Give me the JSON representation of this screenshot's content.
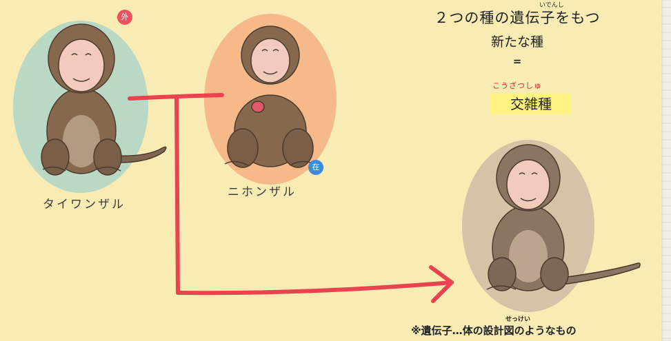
{
  "title": {
    "line1": "２つの種の遺伝子をもつ",
    "line1_ruby": "いでんし",
    "line2": "新たな種",
    "equals": "=",
    "term_ruby": "こうざつしゅ",
    "term": "交雑種"
  },
  "parents": [
    {
      "name": "タイワンザル",
      "badge": "外",
      "badge_color": "#f0535d",
      "bg_color": "#b9d9c5"
    },
    {
      "name": "ニホンザル",
      "badge": "在",
      "badge_color": "#3b8be0",
      "bg_color": "#f6b98a"
    }
  ],
  "offspring": {
    "bg_color": "#d5c3a8"
  },
  "arrow_color": "#e8434f",
  "footnote": {
    "text": "※遺伝子…体の設計図のようなもの",
    "ruby": "せっけい"
  }
}
